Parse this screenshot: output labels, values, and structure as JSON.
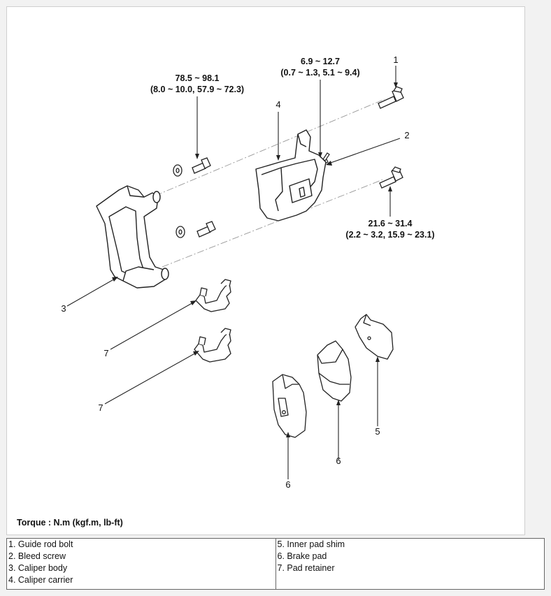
{
  "torque_specs": {
    "guide_rod_bolt": {
      "line1": "78.5 ~ 98.1",
      "line2": "(8.0 ~ 10.0, 57.9 ~ 72.3)"
    },
    "bleed_screw": {
      "line1": "6.9 ~ 12.7",
      "line2": "(0.7 ~ 1.3, 5.1 ~ 9.4)"
    },
    "carrier_bolt": {
      "line1": "21.6 ~ 31.4",
      "line2": "(2.2 ~ 3.2, 15.9 ~ 23.1)"
    }
  },
  "callouts": {
    "n1": "1",
    "n2": "2",
    "n3": "3",
    "n4": "4",
    "n5": "5",
    "n6a": "6",
    "n6b": "6",
    "n7a": "7",
    "n7b": "7"
  },
  "torque_note": "Torque : N.m (kgf.m, lb-ft)",
  "legend": {
    "left": [
      "1. Guide rod bolt",
      "2. Bleed screw",
      "3. Caliper body",
      "4. Caliper carrier"
    ],
    "right": [
      "5. Inner pad shim",
      "6. Brake pad",
      "7. Pad retainer"
    ]
  }
}
